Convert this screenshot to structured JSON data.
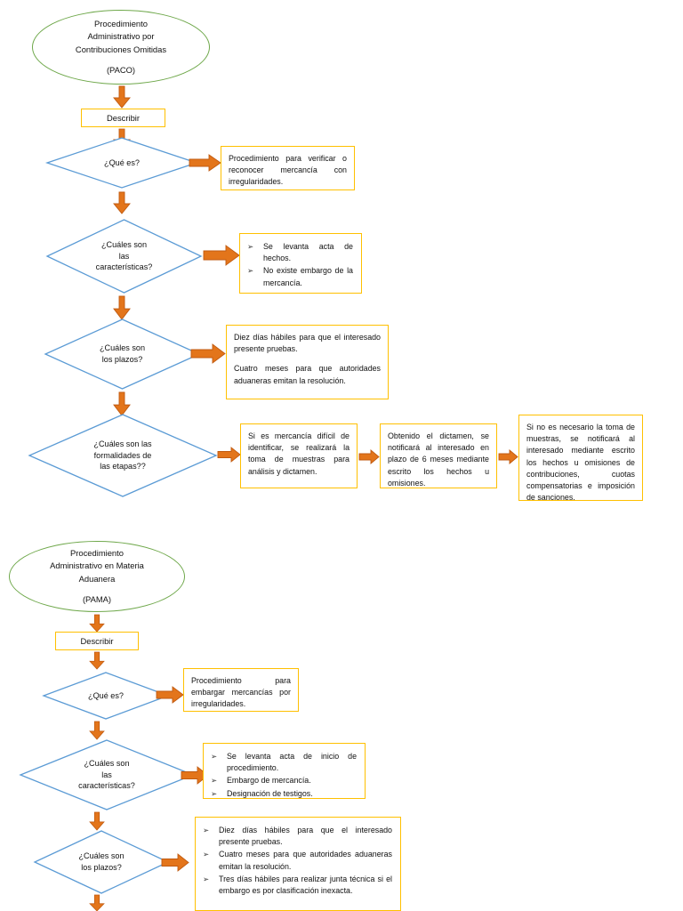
{
  "palette": {
    "oval_border": "#6FA84B",
    "box_border": "#FFC000",
    "diamond_border": "#5B9BD5",
    "arrow_fill": "#E3751B",
    "arrow_stroke": "#C05A10",
    "text": "#111111",
    "background": "#FFFFFF"
  },
  "diagrams": [
    {
      "id": "paco",
      "start": {
        "title": "Procedimiento\nAdministrativo por\nContribuciones Omitidas",
        "line1": "Procedimiento",
        "line2": "Administrativo por",
        "line3": "Contribuciones Omitidas",
        "acronym": "(PACO)"
      },
      "process": {
        "label": "Describir"
      },
      "steps": [
        {
          "question": "¿Qué es?",
          "question_lines": [
            "¿Qué es?"
          ],
          "answers": [
            {
              "type": "paragraphs",
              "paragraphs": [
                "Procedimiento para verificar o reconocer mercancía con irregularidades."
              ]
            }
          ]
        },
        {
          "question": "¿Cuáles son las características?",
          "question_lines": [
            "¿Cuáles son",
            "las",
            "características?"
          ],
          "answers": [
            {
              "type": "bullets",
              "bullets": [
                "Se levanta acta de hechos.",
                "No existe embargo de la mercancía."
              ]
            }
          ]
        },
        {
          "question": "¿Cuáles son los plazos?",
          "question_lines": [
            "¿Cuáles son",
            "los plazos?"
          ],
          "answers": [
            {
              "type": "paragraphs",
              "paragraphs": [
                "Diez días hábiles para que el interesado presente pruebas.",
                "Cuatro meses para que autoridades aduaneras emitan la resolución."
              ]
            }
          ]
        },
        {
          "question": "¿Cuáles son las formalidades de las etapas??",
          "question_lines": [
            "¿Cuáles son las",
            "formalidades de",
            "las etapas??"
          ],
          "answers": [
            {
              "type": "paragraphs",
              "paragraphs": [
                "Si es mercancía difícil de identificar, se realizará la toma de muestras para análisis y dictamen."
              ]
            },
            {
              "type": "paragraphs",
              "paragraphs": [
                "Obtenido el dictamen, se notificará al interesado en plazo de 6 meses mediante escrito los hechos u omisiones."
              ]
            },
            {
              "type": "paragraphs",
              "paragraphs": [
                "Si no es necesario la toma de muestras, se notificará al interesado mediante escrito los hechos u omisiones de contribuciones, cuotas compensatorias e imposición de sanciones."
              ]
            }
          ]
        }
      ]
    },
    {
      "id": "pama",
      "start": {
        "title": "Procedimiento\nAdministrativo en Materia\nAduanera",
        "line1": "Procedimiento",
        "line2": "Administrativo en Materia",
        "line3": "Aduanera",
        "acronym": "(PAMA)"
      },
      "process": {
        "label": "Describir"
      },
      "steps": [
        {
          "question": "¿Qué es?",
          "question_lines": [
            "¿Qué es?"
          ],
          "answers": [
            {
              "type": "paragraphs",
              "paragraphs": [
                "Procedimiento para embargar mercancías por irregularidades."
              ]
            }
          ]
        },
        {
          "question": "¿Cuáles son las características?",
          "question_lines": [
            "¿Cuáles son",
            "las",
            "características?"
          ],
          "answers": [
            {
              "type": "bullets",
              "bullets": [
                "Se levanta acta de inicio de procedimiento.",
                "Embargo de mercancía.",
                "Designación de testigos."
              ]
            }
          ]
        },
        {
          "question": "¿Cuáles son los plazos?",
          "question_lines": [
            "¿Cuáles son",
            "los plazos?"
          ],
          "answers": [
            {
              "type": "bullets",
              "bullets": [
                "Diez días hábiles para que el interesado presente pruebas.",
                "Cuatro meses para que autoridades aduaneras emitan la resolución.",
                "Tres días hábiles para realizar junta técnica si el embargo es por clasificación inexacta."
              ]
            }
          ]
        }
      ]
    }
  ],
  "icons": {
    "bullet_marker": "➢",
    "arrow_right": "right-block-arrow",
    "arrow_down": "down-block-arrow"
  }
}
